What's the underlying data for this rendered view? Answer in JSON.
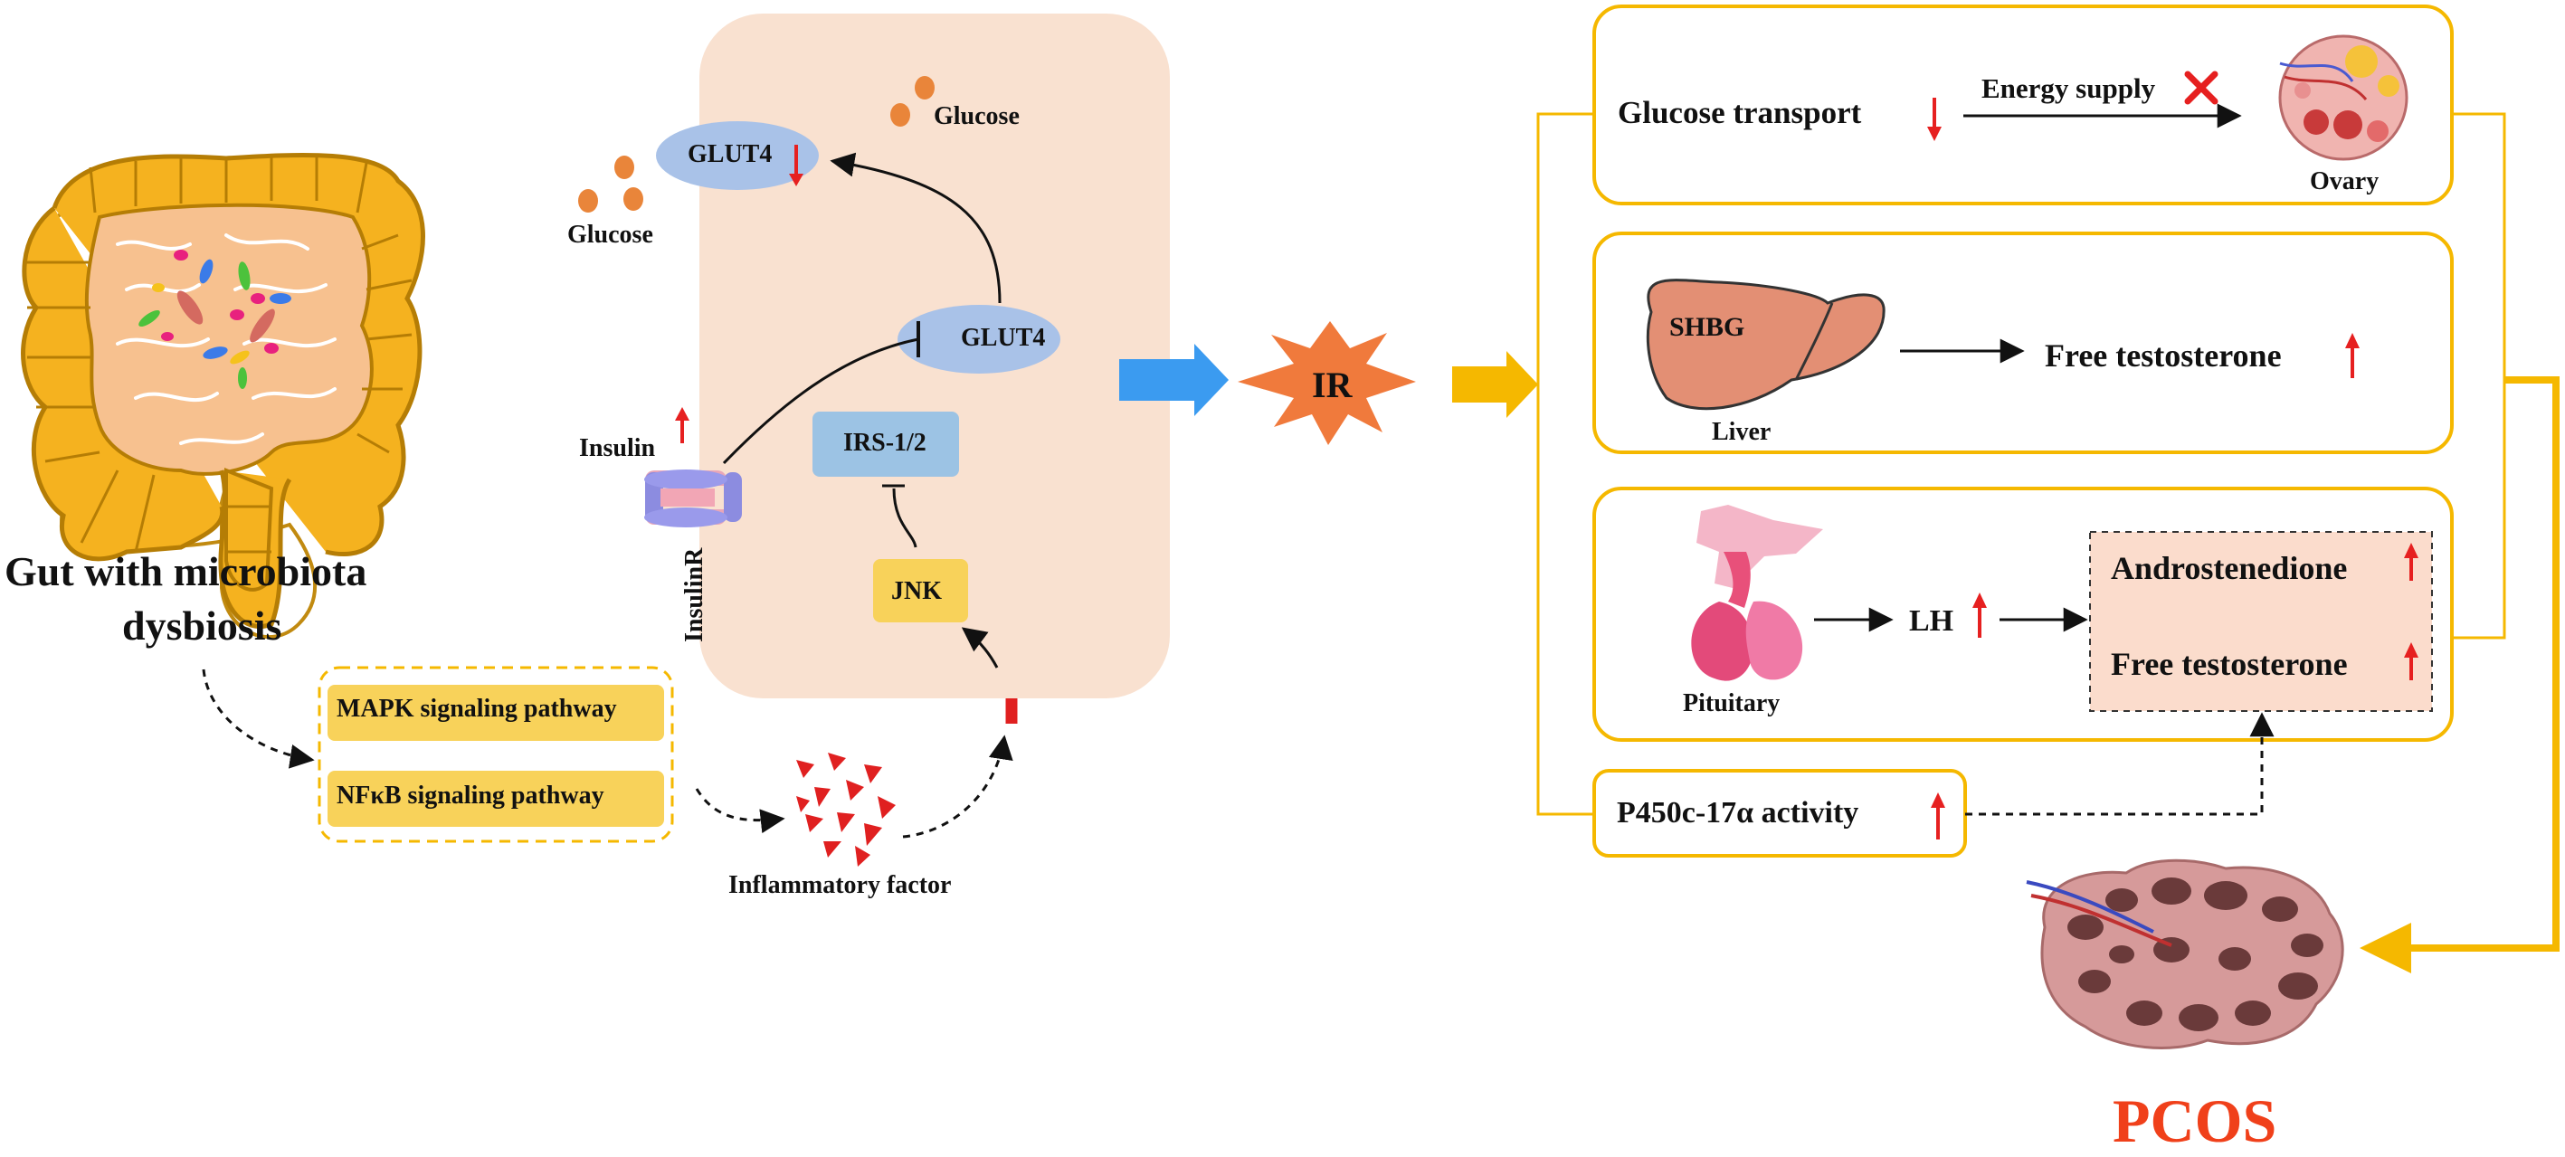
{
  "colors": {
    "gold": "#f5b800",
    "gold_fill": "#f8d25a",
    "cell": "#f9e1d0",
    "receptor_blue": "#a9c2e8",
    "irs_blue": "#9cc3e4",
    "jnk_yellow": "#f8d25a",
    "arrow_red": "#e62020",
    "blue_arrow": "#3b9bf0",
    "ir_orange": "#f07a3c",
    "pcos_red": "#f0401a",
    "hormone_fill": "#fbdccc",
    "liver": "#e38f74",
    "pituitary": "#ef7aa6",
    "glucose": "#e9853a"
  },
  "icons": [
    "gut-icon",
    "bacteria-icon",
    "insulin-receptor-icon",
    "inflammatory-factor-icon",
    "cytokine-receptor-icon",
    "ovary-icon",
    "liver-icon",
    "pituitary-icon",
    "pcos-ovary-icon"
  ],
  "gut": {
    "title_line1": "Gut with microbiota",
    "title_line2": "dysbiosis"
  },
  "pathways": {
    "mapk": "MAPK signaling pathway",
    "nfkb": "NFκB signaling pathway"
  },
  "inflammatory": {
    "label": "Inflammatory factor"
  },
  "cell": {
    "glucose_out": "Glucose",
    "glucose_in": "Glucose",
    "glut4_membrane": "GLUT4",
    "glut4_vesicle": "GLUT4",
    "insulin": "Insulin",
    "insulin_receptor": "InsulinR",
    "irs": "IRS-1/2",
    "jnk": "JNK"
  },
  "ir": {
    "label": "IR"
  },
  "outcomes": {
    "glucose_transport": "Glucose transport",
    "energy_supply": "Energy supply",
    "ovary": "Ovary",
    "shbg": "SHBG",
    "liver": "Liver",
    "free_testosterone_liver": "Free testosterone",
    "pituitary": "Pituitary",
    "lh": "LH",
    "androstenedione": "Androstenedione",
    "free_testosterone_ovary": "Free testosterone",
    "p450": "P450c-17α activity"
  },
  "pcos": {
    "label": "PCOS"
  }
}
